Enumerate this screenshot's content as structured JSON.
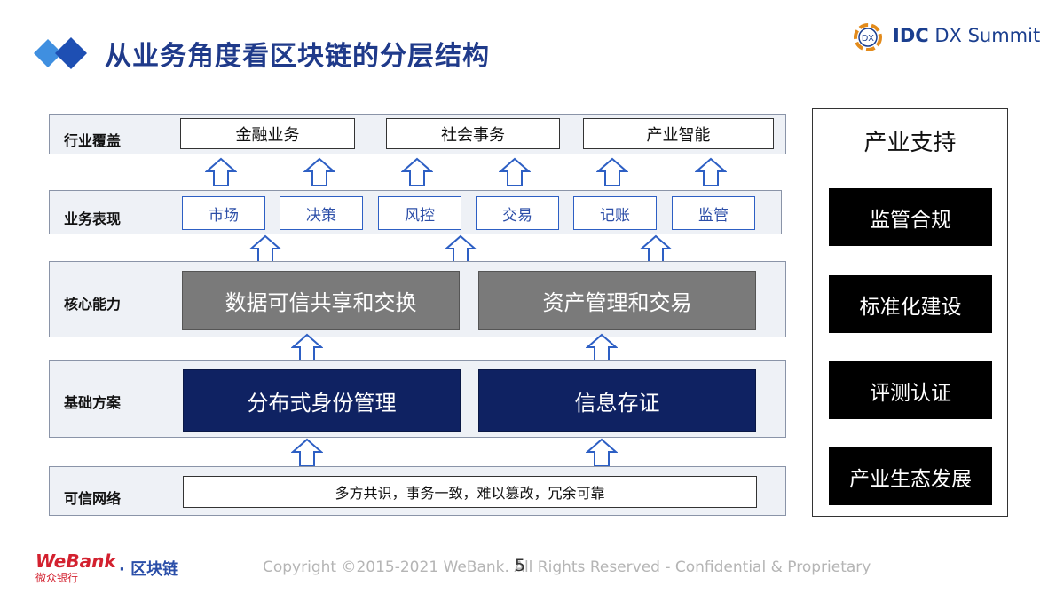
{
  "header": {
    "title": "从业务角度看区块链的分层结构",
    "brand_bold": "IDC",
    "brand_rest": " DX Summit",
    "logo_letters": "DX"
  },
  "layers": {
    "industry": {
      "label": "行业覆盖",
      "items": [
        "金融业务",
        "社会事务",
        "产业智能"
      ]
    },
    "business": {
      "label": "业务表现",
      "items": [
        "市场",
        "决策",
        "风控",
        "交易",
        "记账",
        "监管"
      ]
    },
    "core": {
      "label": "核心能力",
      "items": [
        "数据可信共享和交换",
        "资产管理和交易"
      ]
    },
    "foundation": {
      "label": "基础方案",
      "items": [
        "分布式身份管理",
        "信息存证"
      ]
    },
    "network": {
      "label": "可信网络",
      "description": "多方共识，事务一致，难以篡改，冗余可靠"
    }
  },
  "support": {
    "title": "产业支持",
    "items": [
      "监管合规",
      "标准化建设",
      "评测认证",
      "产业生态发展"
    ]
  },
  "footer": {
    "logo": "WeBank",
    "logo_sub": "微众银行",
    "dot_text": "· 区块链",
    "copyright": "Copyright ©2015-2021 WeBank. All Rights Reserved - Confidential & Proprietary",
    "page_number": "5"
  },
  "colors": {
    "title": "#1f3a8a",
    "navy_box": "#0f2262",
    "gray_box": "#7a7a7a",
    "arrow_stroke": "#2d5fc4",
    "webank_red": "#d3212f"
  }
}
